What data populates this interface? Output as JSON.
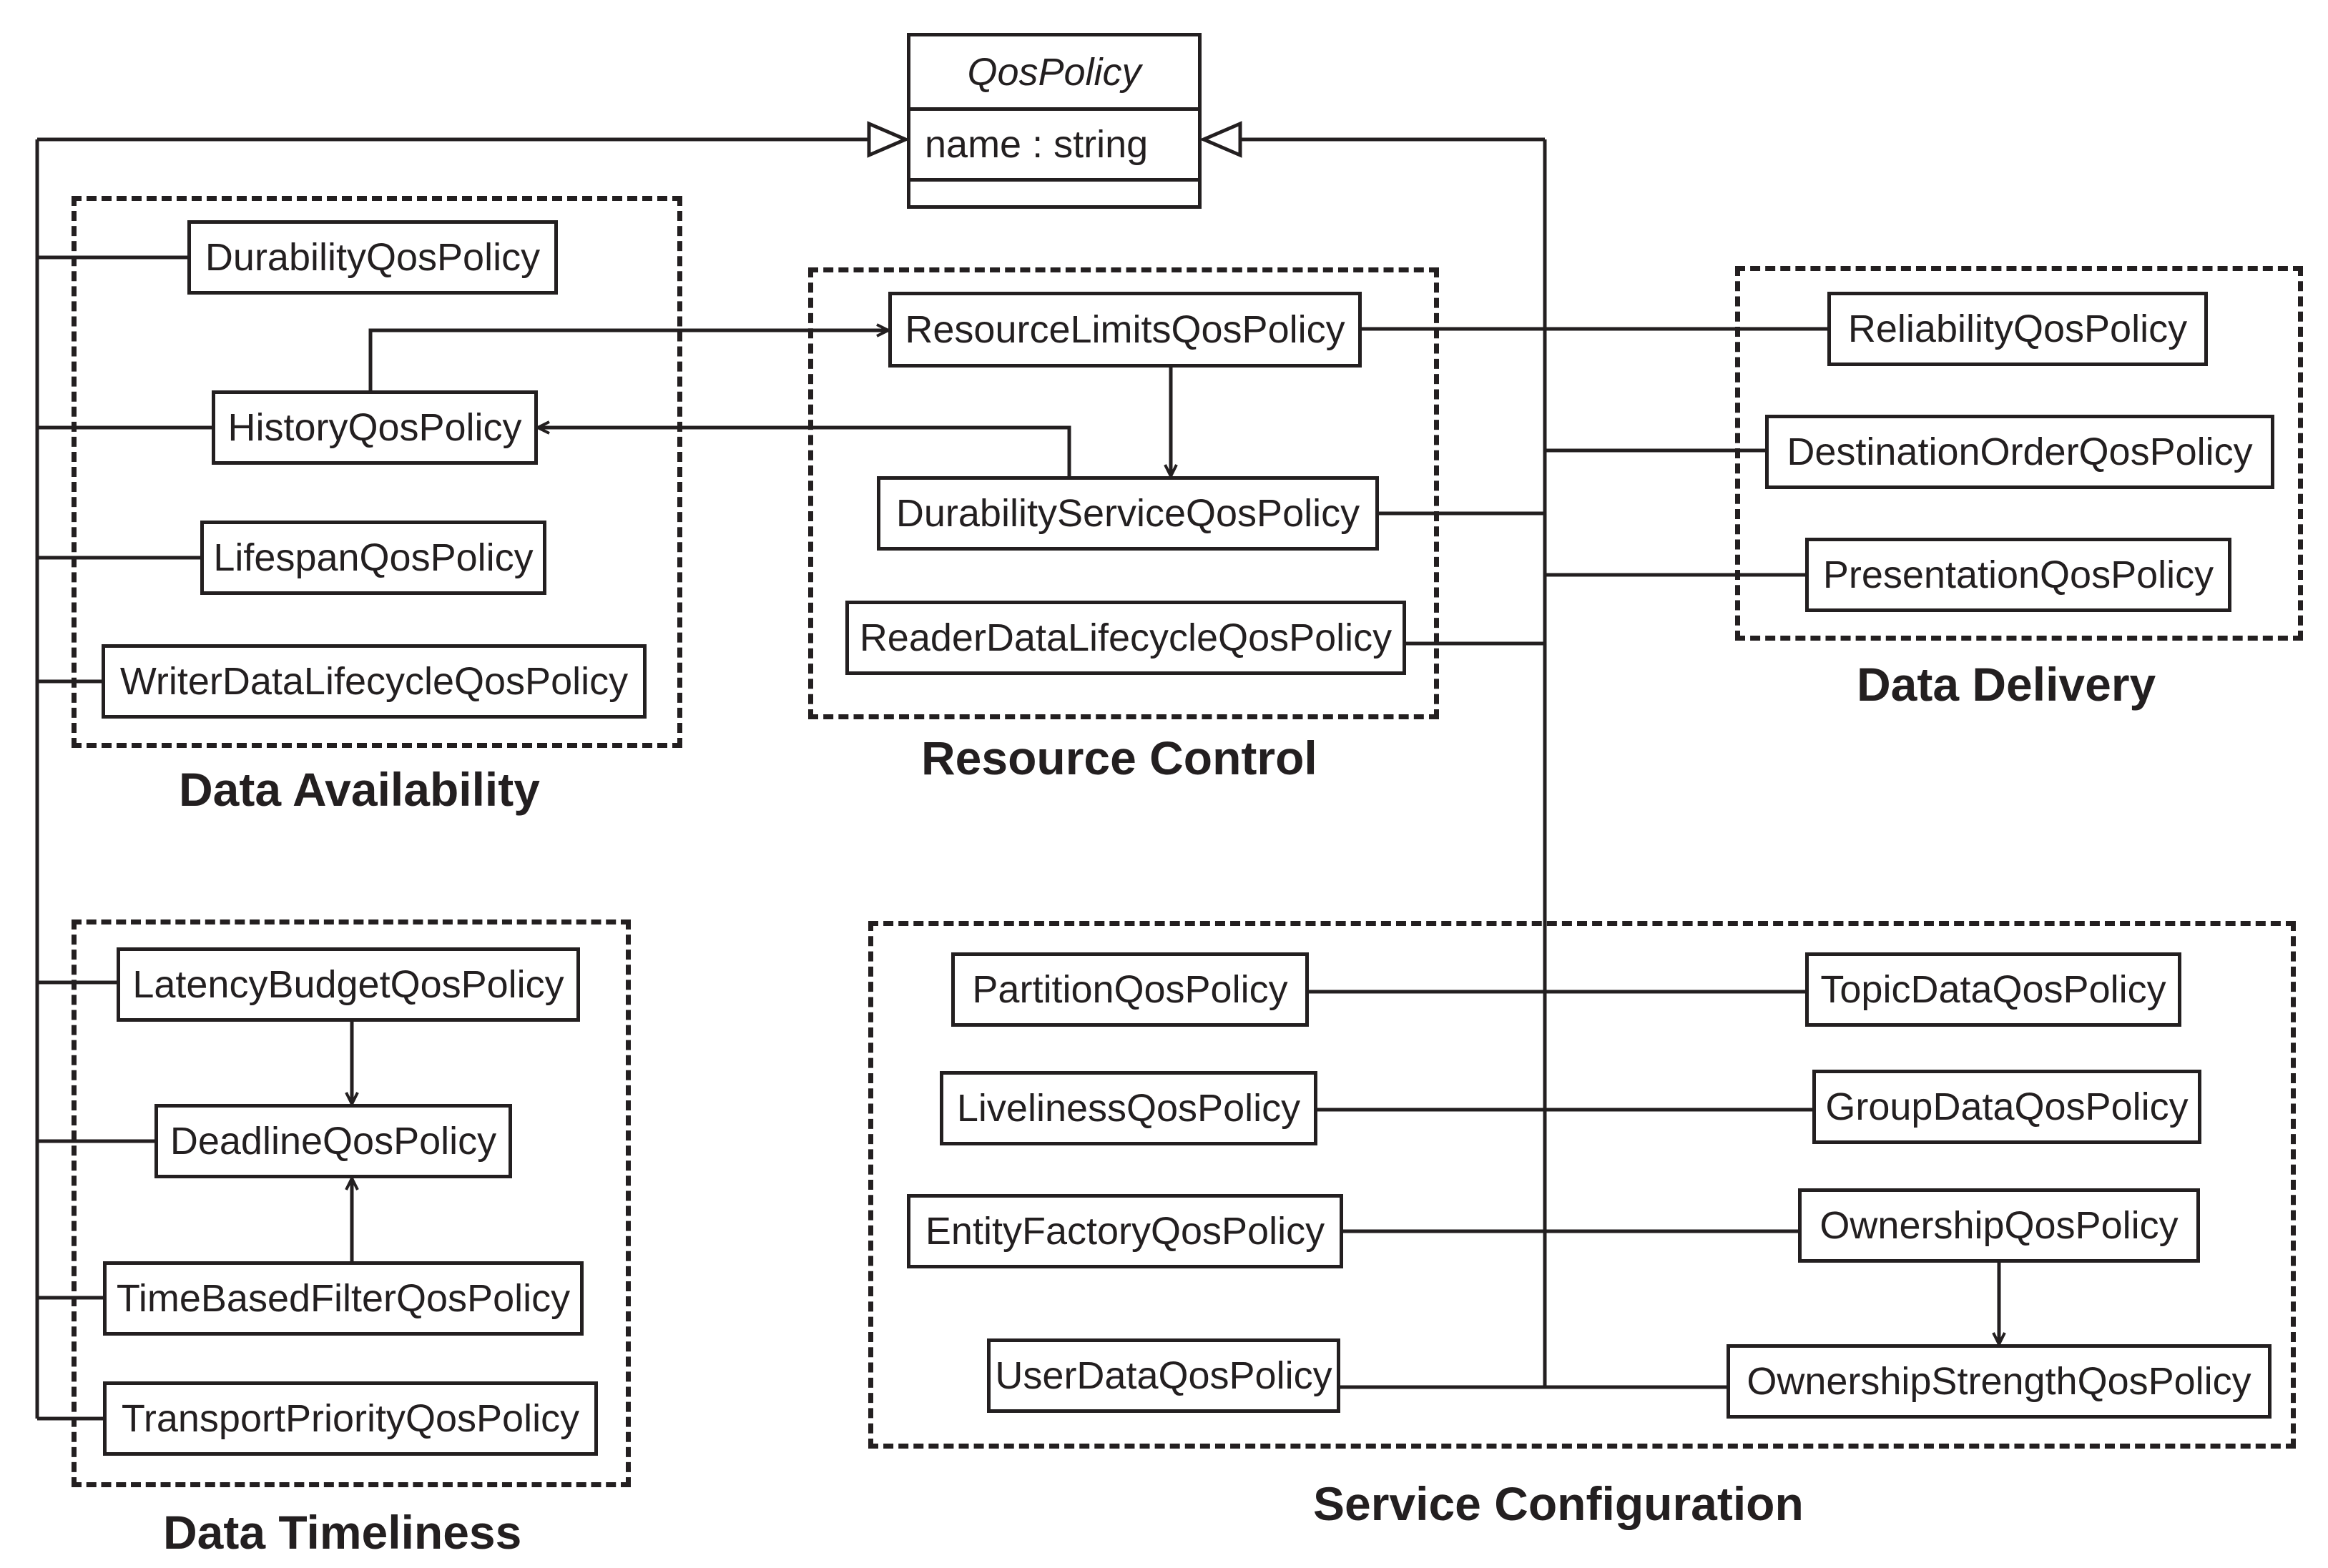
{
  "base_class": {
    "name": "QosPolicy",
    "attribute": "name : string"
  },
  "groups": {
    "data_availability": {
      "title": "Data Availability",
      "policies": [
        "DurabilityQosPolicy",
        "HistoryQosPolicy",
        "LifespanQosPolicy",
        "WriterDataLifecycleQosPolicy"
      ]
    },
    "resource_control": {
      "title": "Resource Control",
      "policies": [
        "ResourceLimitsQosPolicy",
        "DurabilityServiceQosPolicy",
        "ReaderDataLifecycleQosPolicy"
      ]
    },
    "data_delivery": {
      "title": "Data Delivery",
      "policies": [
        "ReliabilityQosPolicy",
        "DestinationOrderQosPolicy",
        "PresentationQosPolicy"
      ]
    },
    "data_timeliness": {
      "title": "Data Timeliness",
      "policies": [
        "LatencyBudgetQosPolicy",
        "DeadlineQosPolicy",
        "TimeBasedFilterQosPolicy",
        "TransportPriorityQosPolicy"
      ]
    },
    "service_configuration": {
      "title": "Service Configuration",
      "policies": [
        "PartitionQosPolicy",
        "LivelinessQosPolicy",
        "EntityFactoryQosPolicy",
        "UserDataQosPolicy",
        "TopicDataQosPolicy",
        "GroupDataQosPolicy",
        "OwnershipQosPolicy",
        "OwnershipStrengthQosPolicy"
      ]
    }
  },
  "colors": {
    "ink": "#231f20",
    "background": "#ffffff"
  }
}
